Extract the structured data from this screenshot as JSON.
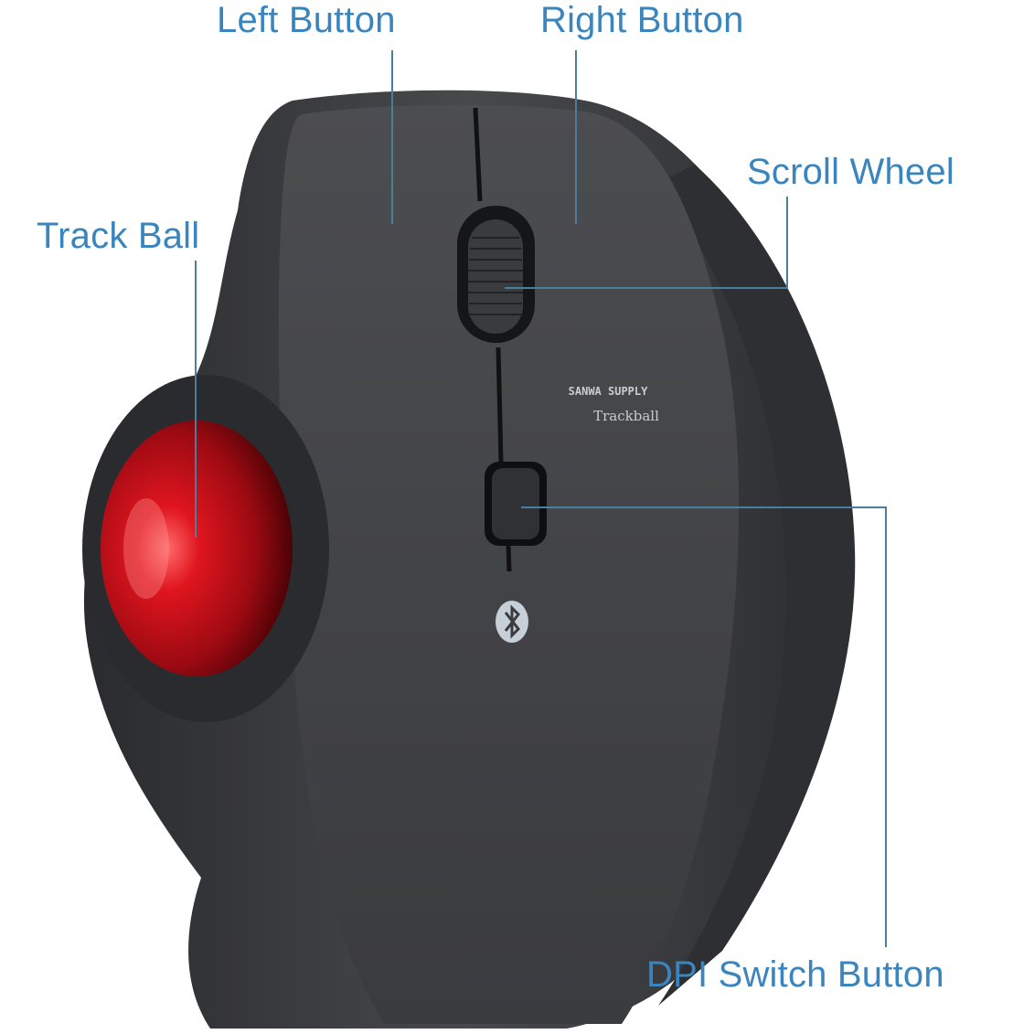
{
  "diagram": {
    "subject": "Trackball Mouse",
    "brand_text": "SANWA SUPPLY",
    "model_text": "Trackball",
    "colors": {
      "label_text": "#3a85bd",
      "leader_line": "#4a7e9c",
      "body": "#3a3b3e",
      "ball": "#c8101a"
    },
    "labels": {
      "left_button": "Left Button",
      "right_button": "Right Button",
      "scroll_wheel": "Scroll Wheel",
      "track_ball": "Track Ball",
      "dpi_switch": "DPI Switch Button"
    },
    "icons": [
      "bluetooth-icon"
    ]
  }
}
